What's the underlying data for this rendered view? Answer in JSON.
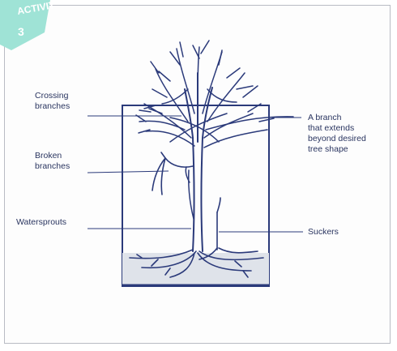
{
  "badge": {
    "line1": "ACTIVITY",
    "line2": "3",
    "color": "#9fe3d6"
  },
  "colors": {
    "ink": "#2b3a7a",
    "soil": "#dfe3ea",
    "label": "#2a3560"
  },
  "labels": {
    "crossing": [
      "Crossing",
      "branches"
    ],
    "broken": [
      "Broken",
      "branches"
    ],
    "watersprouts": "Watersprouts",
    "extends": [
      "A branch",
      "that extends",
      "beyond desired",
      "tree shape"
    ],
    "suckers": "Suckers"
  }
}
